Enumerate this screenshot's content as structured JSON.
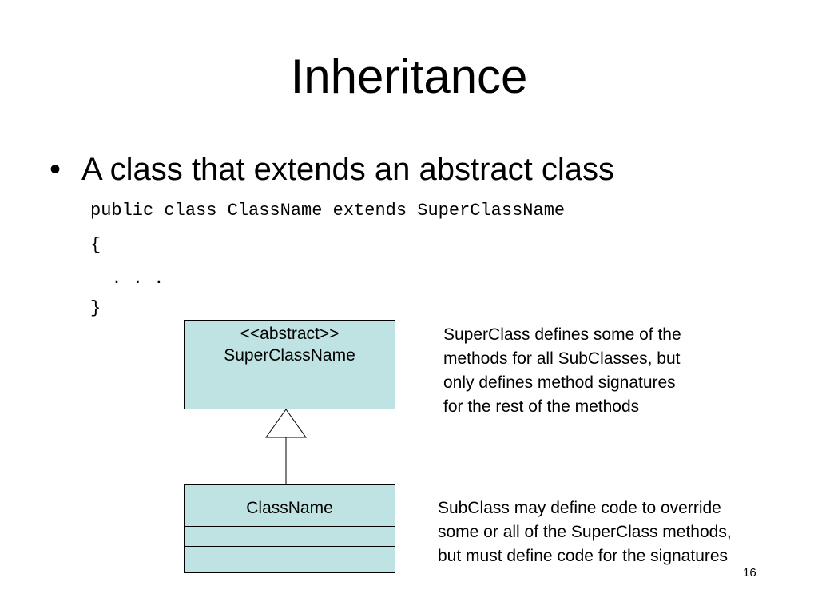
{
  "slide": {
    "title": "Inheritance",
    "bullet_symbol": "•",
    "bullet_text": "A class that extends an abstract class",
    "code_lines": [
      "public class ClassName extends SuperClassName",
      "{",
      "  . . .",
      "}"
    ],
    "slide_number": "16"
  },
  "diagram": {
    "superclass": {
      "stereotype": "<<abstract>>",
      "name": "SuperClassName"
    },
    "subclass": {
      "name": "ClassName"
    },
    "box_fill": "#bfe2e2",
    "superclass_note_lines": [
      "SuperClass defines some of the",
      "methods for all SubClasses, but",
      "only defines method signatures",
      "for the rest of the methods"
    ],
    "subclass_note_lines": [
      "SubClass may define code to override",
      "some or all of the SuperClass methods,",
      "but must define code for the signatures"
    ]
  }
}
